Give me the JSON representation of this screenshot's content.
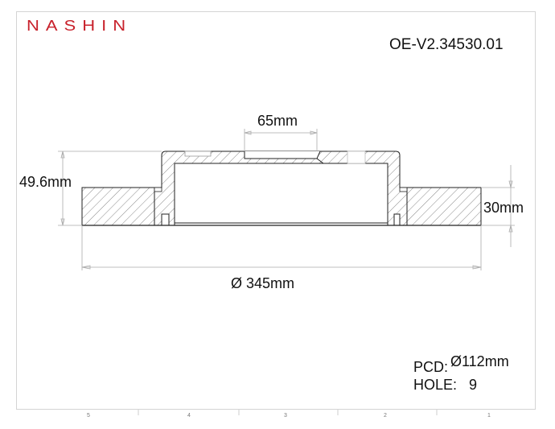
{
  "brand": {
    "name": "NASHIN",
    "color": "#c8222c"
  },
  "part_number": "OE-V2.34530.01",
  "dimensions": {
    "center_bore": "65mm",
    "total_height": "49.6mm",
    "thickness": "30mm",
    "outer_diameter": "Ø 345mm"
  },
  "specs": {
    "pcd_label": "PCD:",
    "pcd_value": "Ø112mm",
    "hole_label": "HOLE:",
    "hole_value": "9"
  },
  "zone_markers": [
    "5",
    "4",
    "3",
    "2",
    "1"
  ],
  "colors": {
    "frame": "#d4d4d4",
    "line": "#222222",
    "dim_line": "#a8a8a8",
    "hatch": "#444444"
  }
}
